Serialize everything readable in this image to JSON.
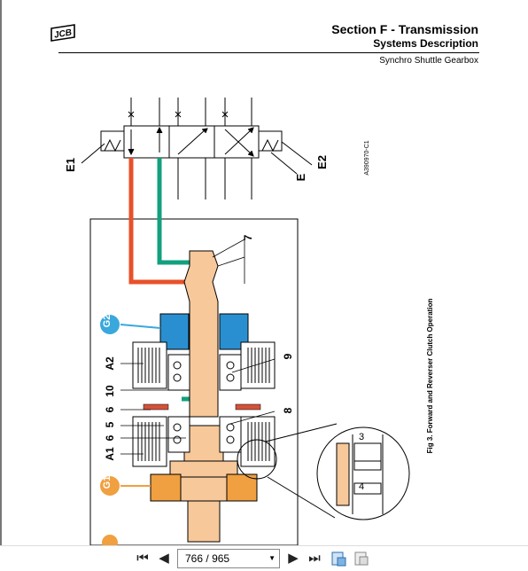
{
  "header": {
    "brand": "JCB",
    "section_title": "Section F - Transmission",
    "section_subtitle": "Systems Description",
    "section_topic": "Synchro Shuttle Gearbox"
  },
  "figure": {
    "caption": "Fig 3. Forward and Reverser Clutch Operation",
    "reference": "A390970-C1",
    "labels": {
      "e1": "E1",
      "e2": "E2",
      "e": "E",
      "g1": "G1",
      "g2": "G2",
      "a1": "A1",
      "a2": "A2",
      "n3": "3",
      "n4": "4",
      "n5": "5",
      "n6a": "6",
      "n6b": "6",
      "n7": "7",
      "n8": "8",
      "n9": "9",
      "n10": "10"
    },
    "colors": {
      "pressure_line": "#e8512a",
      "return_line": "#13a07e",
      "clutch_housing": "#2a8fd0",
      "shaft": "#f6c89a",
      "g1_marker": "#f0a040",
      "g2_marker": "#3aa8dc"
    }
  },
  "toolbar": {
    "current_page": "766",
    "separator": "/",
    "total_pages": "965",
    "first_icon": "first-page-icon",
    "prev_icon": "prev-page-icon",
    "next_icon": "next-page-icon",
    "last_icon": "last-page-icon"
  }
}
